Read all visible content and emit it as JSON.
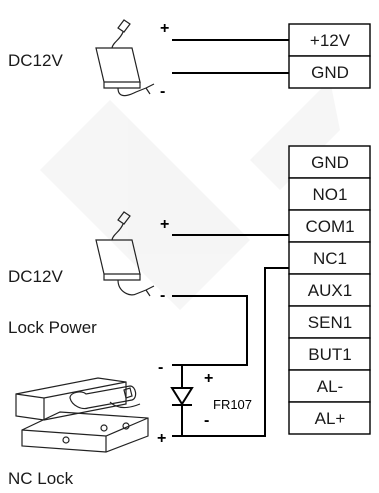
{
  "power_top": {
    "label": "DC12V",
    "plus": "+",
    "minus": "-"
  },
  "terminals_top": [
    "+12V",
    "GND"
  ],
  "terminals_main": [
    "GND",
    "NO1",
    "COM1",
    "NC1",
    "AUX1",
    "SEN1",
    "BUT1",
    "AL-",
    "AL+"
  ],
  "power_bottom": {
    "label": "DC12V",
    "sublabel": "Lock Power",
    "plus": "+",
    "minus": "-"
  },
  "diode": {
    "label": "FR107",
    "plus": "+",
    "minus": "-"
  },
  "lock": {
    "label": "NC Lock",
    "plus": "+",
    "minus": "-"
  },
  "icons": [
    "power-adapter-icon",
    "diode-symbol",
    "nc-lock-icon"
  ]
}
